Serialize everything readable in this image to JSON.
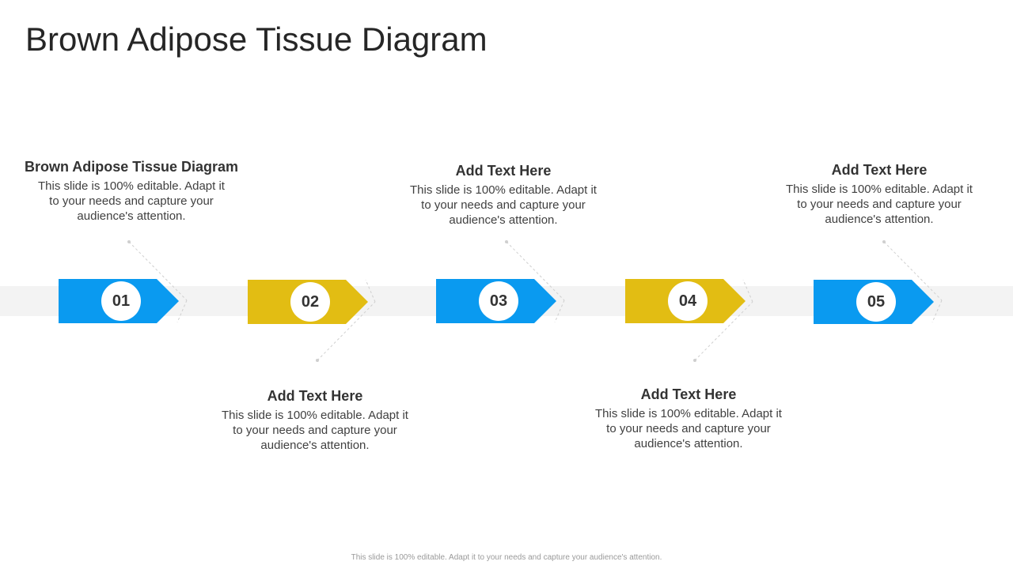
{
  "title": "Brown Adipose Tissue Diagram",
  "colors": {
    "blue": "#0a9af0",
    "yellow": "#e2bd13",
    "band": "#f3f3f3"
  },
  "steps": [
    {
      "number": "01",
      "color": "blue",
      "heading": "Brown Adipose Tissue Diagram",
      "body": "This slide is 100% editable. Adapt it to your needs and capture your audience's attention."
    },
    {
      "number": "02",
      "color": "yellow",
      "heading": "Add Text Here",
      "body": "This slide is 100% editable. Adapt it to your needs and capture your audience's attention."
    },
    {
      "number": "03",
      "color": "blue",
      "heading": "Add Text Here",
      "body": "This slide is 100% editable. Adapt it to your needs and capture your audience's attention."
    },
    {
      "number": "04",
      "color": "yellow",
      "heading": "Add Text Here",
      "body": "This slide is 100% editable. Adapt it to your needs and capture your audience's attention."
    },
    {
      "number": "05",
      "color": "blue",
      "heading": "Add Text Here",
      "body": "This slide is 100% editable. Adapt it to your needs and capture your audience's attention."
    }
  ],
  "footer": "This slide is 100% editable. Adapt it to your needs and capture your audience's attention."
}
